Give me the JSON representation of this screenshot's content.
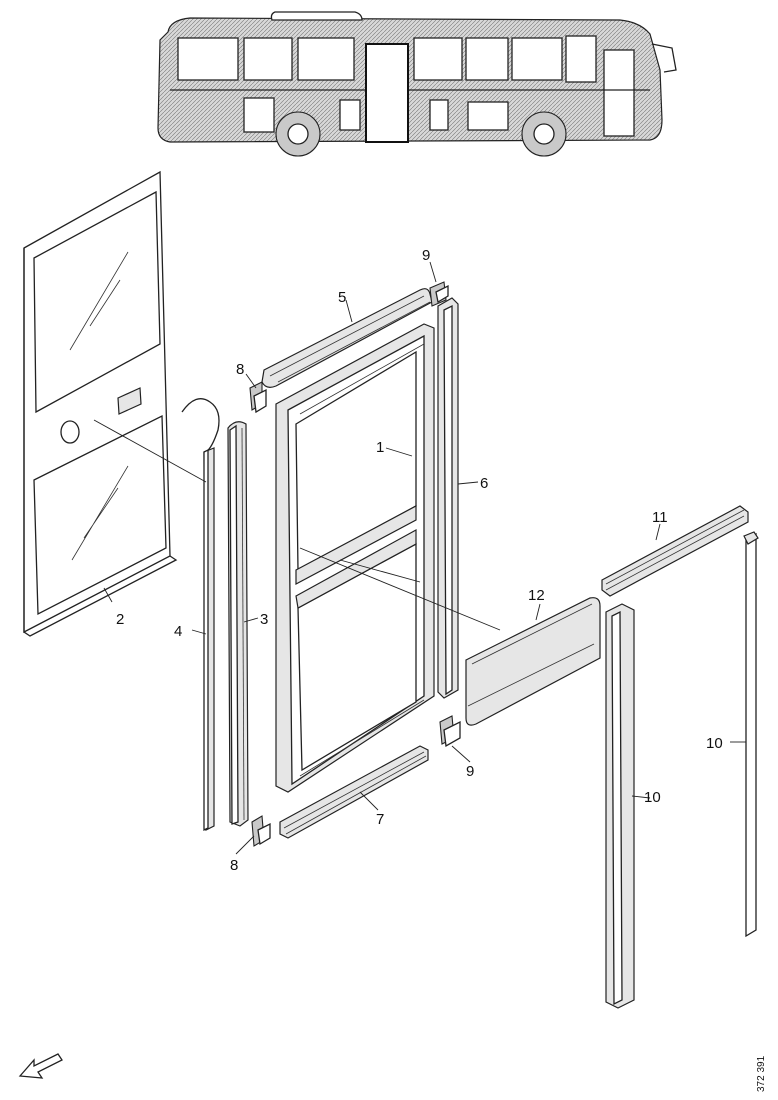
{
  "labels": {
    "p1": "1",
    "p2": "2",
    "p3": "3",
    "p4": "4",
    "p5": "5",
    "p6": "6",
    "p7": "7",
    "p8_top": "8",
    "p8_bottom": "8",
    "p9_top": "9",
    "p9_bottom": "9",
    "p10_left": "10",
    "p10_right": "10",
    "p11": "11",
    "p12": "12"
  },
  "reference_code": "372 391",
  "icons": {
    "bus": "bus-icon",
    "direction_arrow": "direction-arrow-icon"
  }
}
